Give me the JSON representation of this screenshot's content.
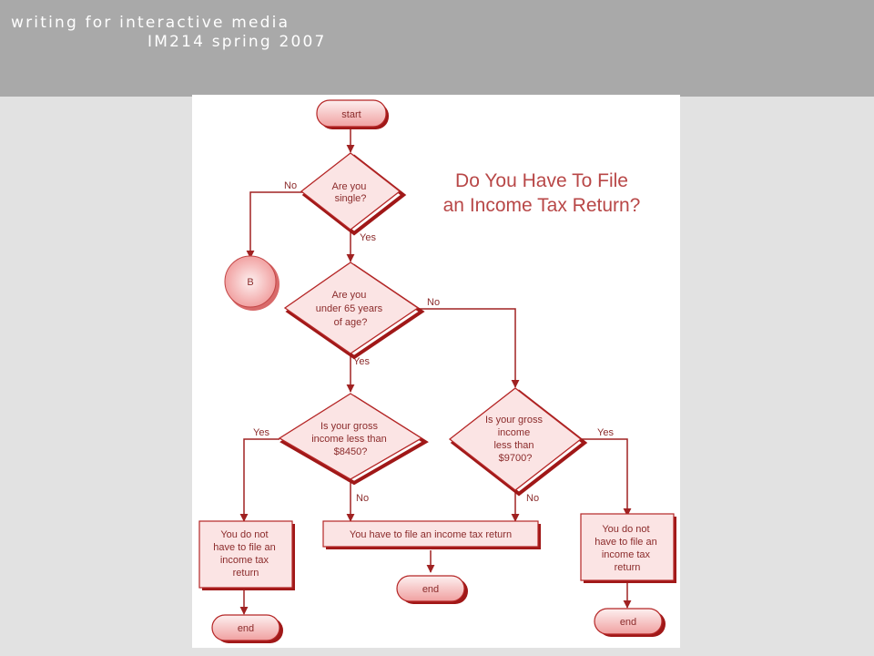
{
  "header": {
    "line1": "writing for interactive media",
    "line2": "IM214 spring 2007"
  },
  "flowchart": {
    "title_line1": "Do You Have To File",
    "title_line2": "an Income Tax Return?",
    "nodes": {
      "start": "start",
      "q_single": [
        "Are you",
        "single?"
      ],
      "connector_b": "B",
      "q_age": [
        "Are you",
        "under 65 years",
        "of age?"
      ],
      "q_income_left": [
        "Is your gross",
        "income less than",
        "$8450?"
      ],
      "q_income_right": [
        "Is your gross",
        "income",
        "less than",
        "$9700?"
      ],
      "result_left": [
        "You do not",
        "have to file an",
        "income tax",
        "return"
      ],
      "result_middle": "You have to file an income tax return",
      "result_right": [
        "You do not",
        "have to file an",
        "income tax",
        "return"
      ],
      "end_left": "end",
      "end_middle": "end",
      "end_right": "end"
    },
    "edge_labels": {
      "single_no": "No",
      "single_yes": "Yes",
      "age_no": "No",
      "age_yes": "Yes",
      "income_left_yes": "Yes",
      "income_left_no": "No",
      "income_right_yes": "Yes",
      "income_right_no": "No"
    },
    "colors": {
      "stroke": "#b52626",
      "fill": "#fbe4e4",
      "text": "#8b2b2b",
      "title": "#b84747"
    }
  }
}
